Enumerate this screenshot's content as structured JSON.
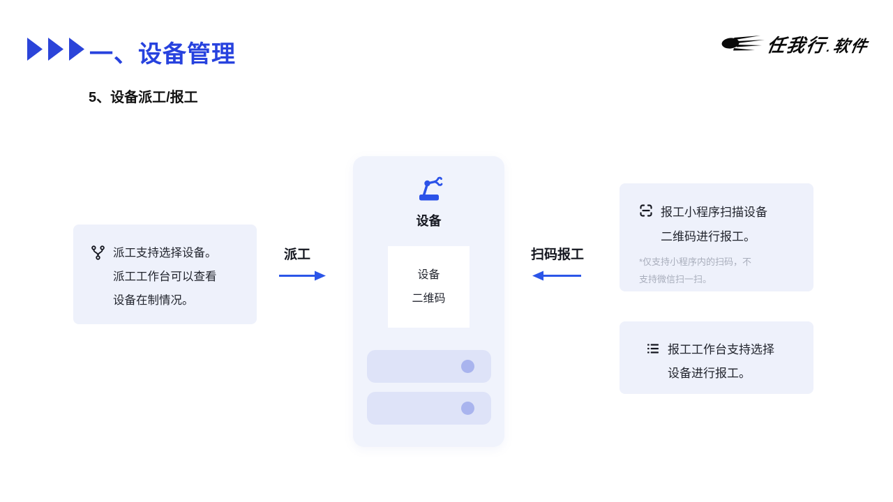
{
  "slide": {
    "title": "一、设备管理",
    "subtitle": "5、设备派工/报工"
  },
  "logo": {
    "brand_main": "任我行",
    "brand_dot": ".",
    "brand_sub": "软件",
    "icon": "speed-swoosh-icon"
  },
  "colors": {
    "title_blue": "#2742DE",
    "triangle_blue": "#2B44D9",
    "icon_blue": "#2B52E8",
    "arrow_blue": "#2B55E8",
    "side_card_bg": "#EEF1FB",
    "center_card_bg": "#F0F3FC",
    "pill_bg": "#DEE3F8",
    "pill_dot": "#A9B4EE",
    "note_gray": "#A9AEBC",
    "text_dark": "#22252E"
  },
  "diagram": {
    "left_card": {
      "icon": "branch-icon",
      "lines": [
        "派工支持选择设备。",
        "派工工作台可以查看",
        "设备在制情况。"
      ]
    },
    "dispatch_label": "派工",
    "scan_report_label": "扫码报工",
    "device_card": {
      "icon": "robot-arm-icon",
      "title": "设备",
      "qr_lines": [
        "设备",
        "二维码"
      ]
    },
    "scan_card": {
      "icon": "scan-icon",
      "lines": [
        "报工小程序扫描设备",
        "二维码进行报工。"
      ],
      "note_lines": [
        "*仅支持小程序内的扫码，不",
        "支持微信扫一扫。"
      ]
    },
    "workbench_card": {
      "icon": "list-icon",
      "lines": [
        "报工工作台支持选择",
        "设备进行报工。"
      ]
    }
  }
}
